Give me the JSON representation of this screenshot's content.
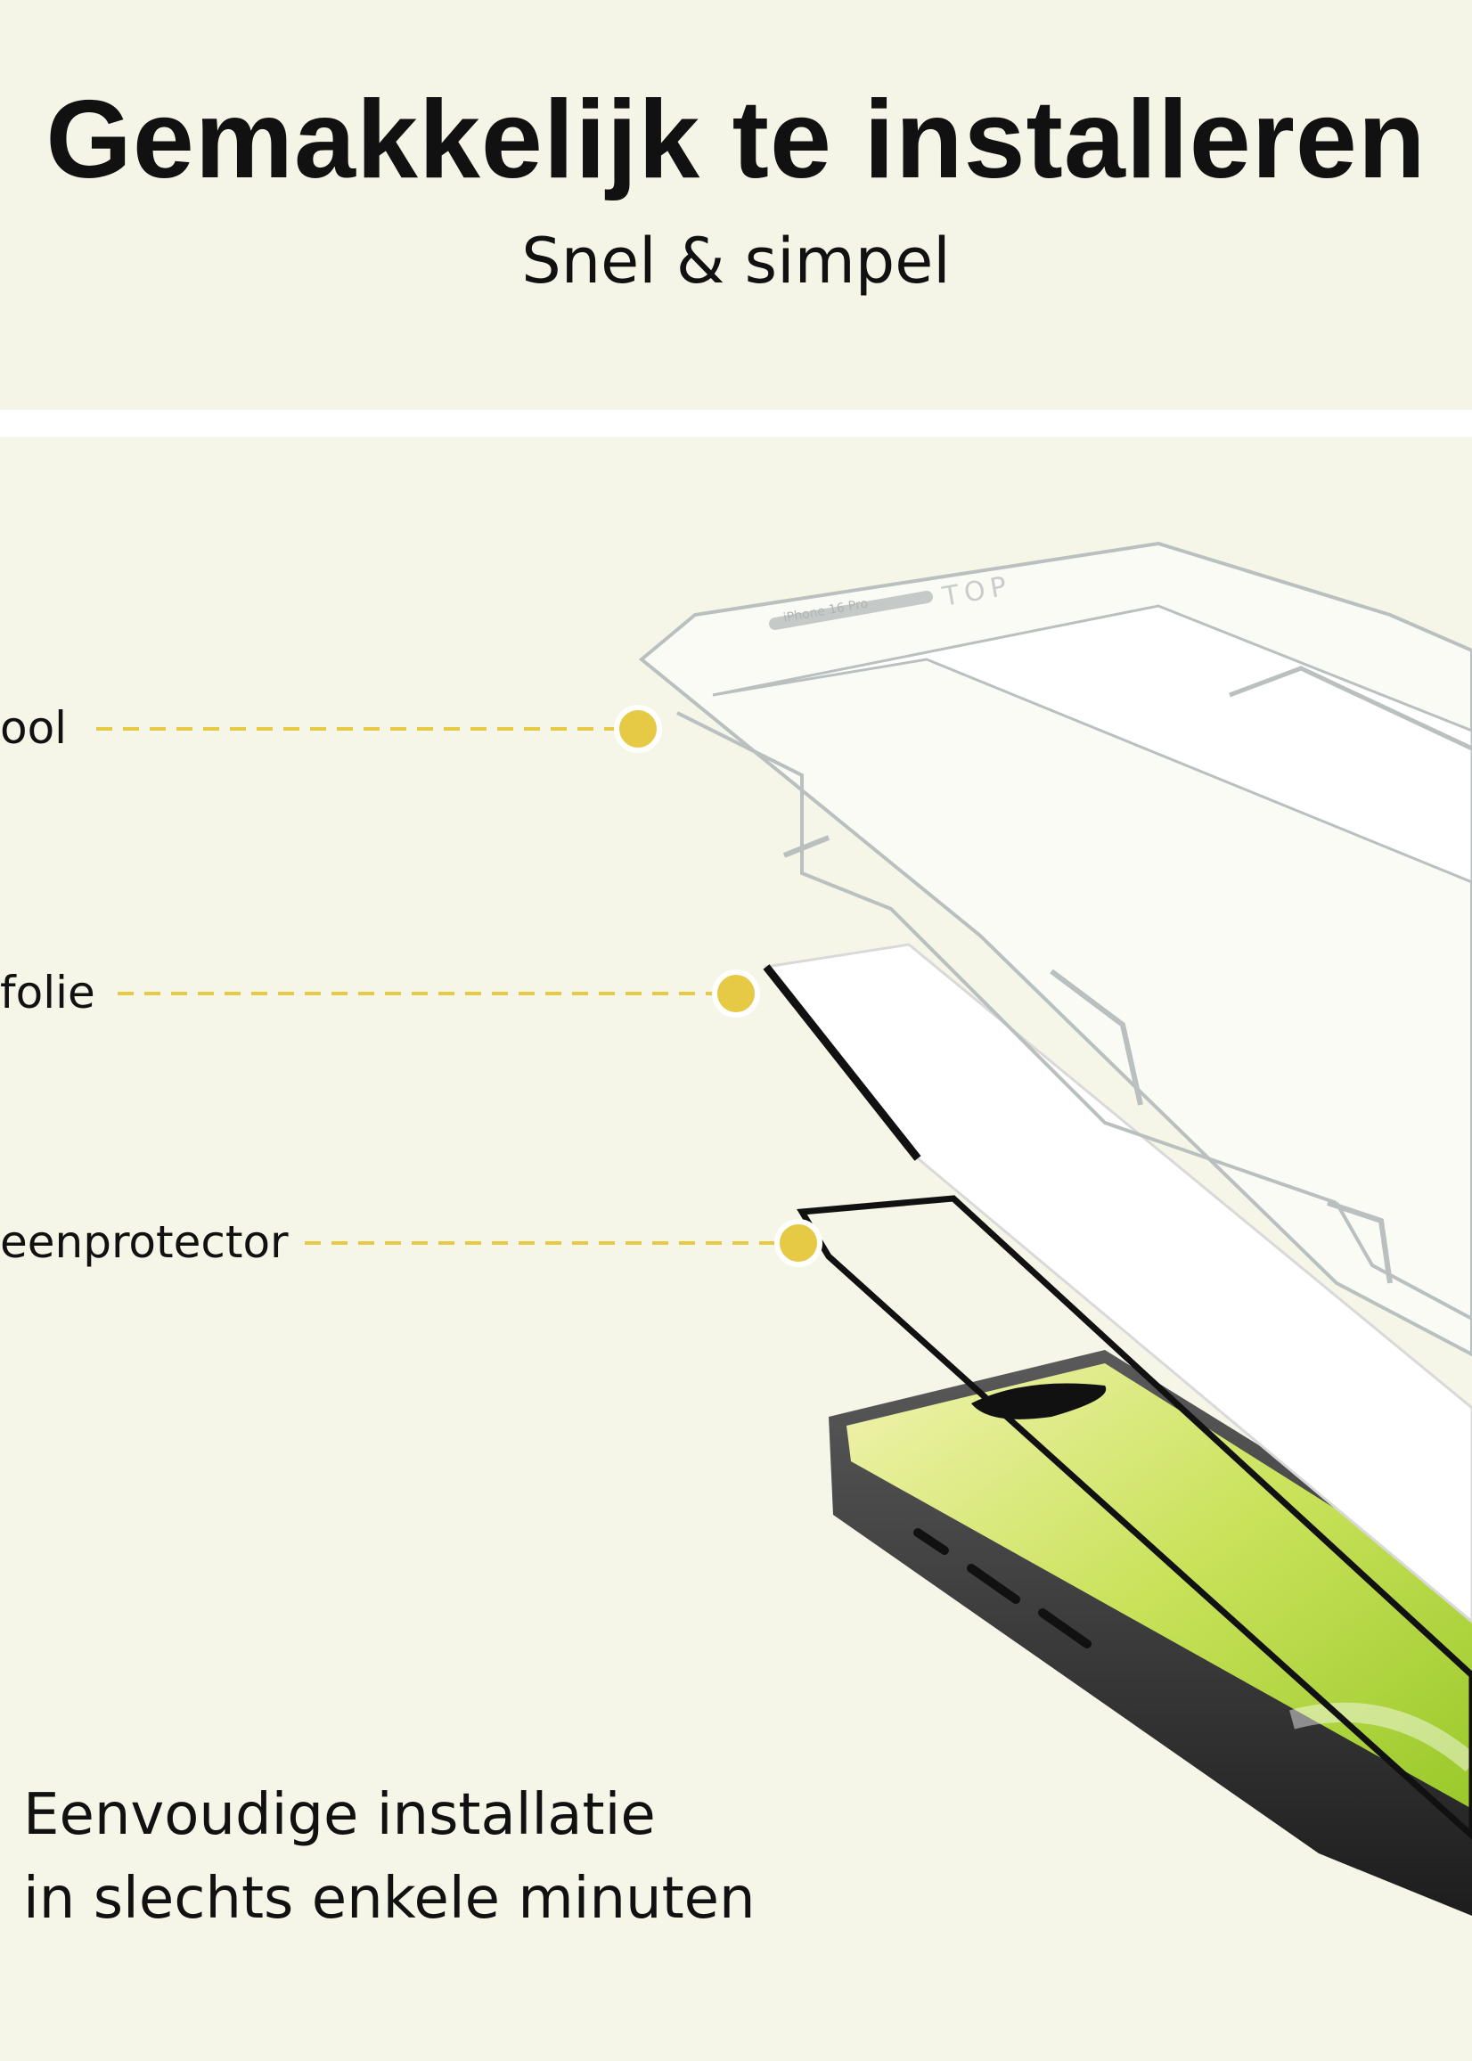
{
  "header": {
    "title": "Gemakkelijk te installeren",
    "subtitle": "Snel & simpel"
  },
  "callouts": [
    {
      "label": "ool"
    },
    {
      "label": "folie"
    },
    {
      "label": "eenprotector"
    }
  ],
  "footer": {
    "line1": "Eenvoudige installatie",
    "line2": "in slechts enkele minuten"
  },
  "colors": {
    "background": "#f5f6e8",
    "accent_dot": "#e6c944",
    "text": "#111111"
  },
  "product": {
    "tool_engraving": "TOP",
    "tool_label": "iPhone 16 Pro"
  }
}
